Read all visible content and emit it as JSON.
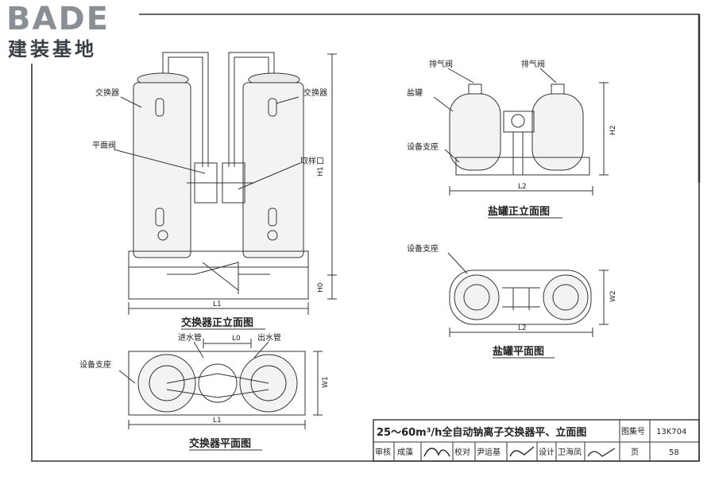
{
  "logo": {
    "brand": "BADE",
    "sub": "建装基地"
  },
  "exchanger_elevation": {
    "label_exchanger_left": "交换器",
    "label_exchanger_right": "交换器",
    "label_valve": "平面阀",
    "label_sampling": "取样口",
    "dim_h1": "H1",
    "dim_h0": "H0",
    "dim_l1": "L1",
    "caption": "交换器正立面图"
  },
  "exchanger_plan": {
    "label_inlet": "进水管",
    "label_outlet": "出水管",
    "label_support": "设备支座",
    "dim_l0": "L0",
    "dim_l1": "L1",
    "dim_w1": "W1",
    "caption": "交换器平面图"
  },
  "salt_elevation": {
    "label_vent_left": "排气阀",
    "label_vent_right": "排气阀",
    "label_salt_tank": "盐罐",
    "label_support": "设备支座",
    "dim_h2": "H2",
    "dim_l2": "L2",
    "caption": "盐罐正立面图"
  },
  "salt_plan": {
    "label_support": "设备支座",
    "dim_w2": "W2",
    "dim_l2": "L2",
    "caption": "盐罐平面图"
  },
  "title_block": {
    "title": "25～60m³/h全自动钠离子交换器平、立面图",
    "atlas_label": "图集号",
    "atlas_no": "13K704",
    "review_label": "审核",
    "review_name": "成藻",
    "check_label": "校对",
    "check_name": "尹运基",
    "design_label": "设计",
    "design_name": "卫海凤",
    "page_label": "页",
    "page_no": "58"
  }
}
